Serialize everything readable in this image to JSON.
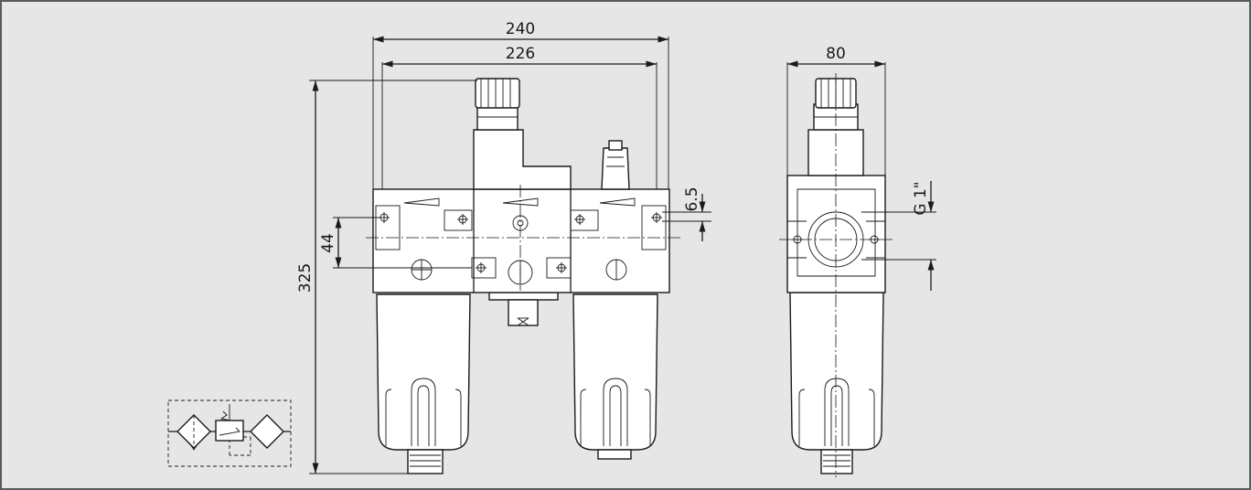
{
  "drawing": {
    "dimensions": {
      "overall_width": "240",
      "port_width": "226",
      "side_width": "80",
      "offset": "6.5",
      "port_spacing": "44",
      "height": "325",
      "thread": "G 1\""
    }
  }
}
